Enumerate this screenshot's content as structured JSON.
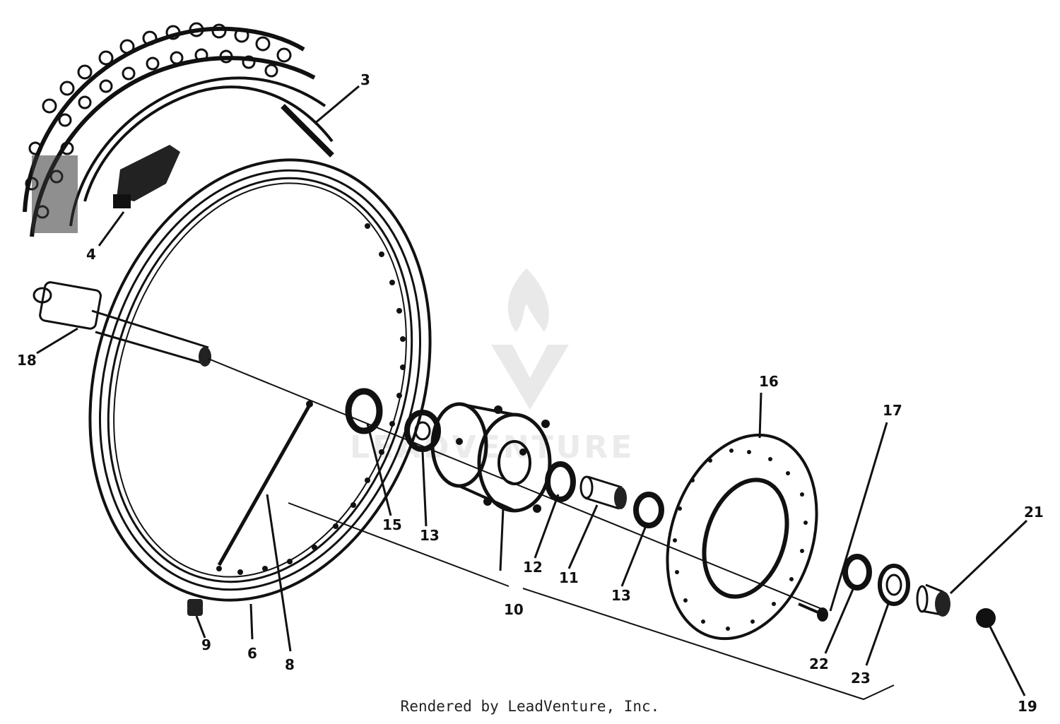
{
  "diagram": {
    "callouts": {
      "c3": "3",
      "c4": "4",
      "c18": "18",
      "c16": "16",
      "c17": "17",
      "c21": "21",
      "c15": "15",
      "c13a": "13",
      "c12": "12",
      "c11": "11",
      "c13b": "13",
      "c10": "10",
      "c9": "9",
      "c6": "6",
      "c8": "8",
      "c22": "22",
      "c23": "23",
      "c19": "19"
    },
    "watermark_text": "LEADVENTURE"
  },
  "footer": {
    "text": "Rendered by LeadVenture, Inc."
  }
}
